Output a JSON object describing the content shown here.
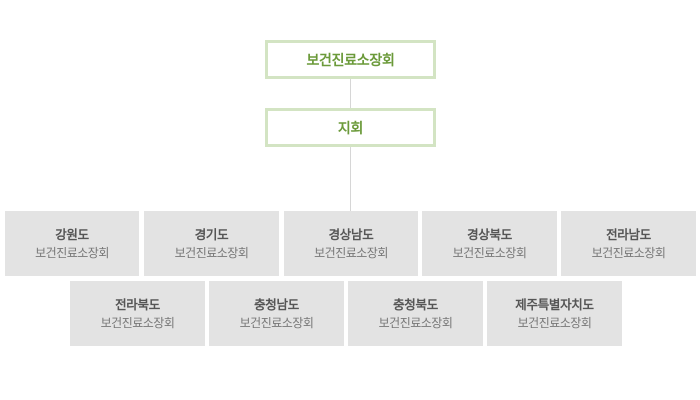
{
  "org_chart": {
    "root": {
      "label": "보건진료소장회"
    },
    "branch": {
      "label": "지회"
    },
    "provinces": [
      {
        "name": "강원도",
        "sub": "보건진료소장회"
      },
      {
        "name": "경기도",
        "sub": "보건진료소장회"
      },
      {
        "name": "경상남도",
        "sub": "보건진료소장회"
      },
      {
        "name": "경상북도",
        "sub": "보건진료소장회"
      },
      {
        "name": "전라남도",
        "sub": "보건진료소장회"
      },
      {
        "name": "전라북도",
        "sub": "보건진료소장회"
      },
      {
        "name": "충청남도",
        "sub": "보건진료소장회"
      },
      {
        "name": "충청북도",
        "sub": "보건진료소장회"
      },
      {
        "name": "제주특별자치도",
        "sub": "보건진료소장회"
      }
    ],
    "colors": {
      "top_border": "#d3e4c3",
      "top_text": "#6b9a3a",
      "province_bg": "#e3e3e3",
      "connector": "#d6d6d6"
    }
  }
}
